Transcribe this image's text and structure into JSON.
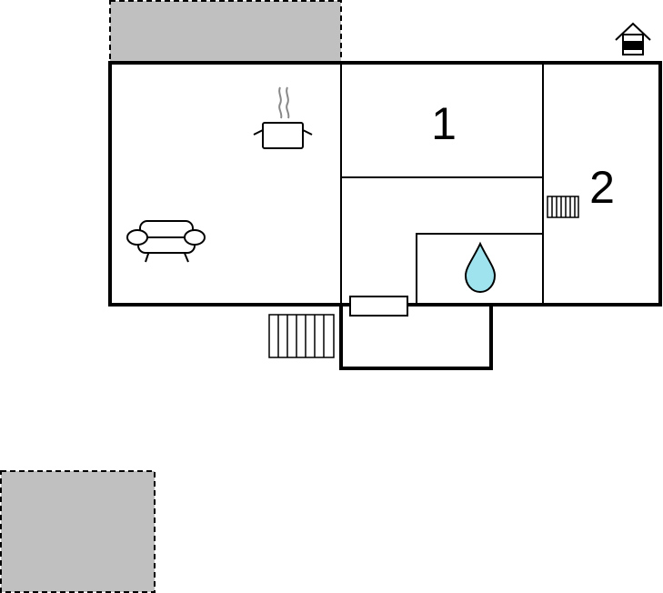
{
  "floorplan": {
    "rooms": [
      {
        "id": "bedroom-1",
        "label": "1"
      },
      {
        "id": "bedroom-2",
        "label": "2"
      }
    ],
    "icons": [
      "house-compass-icon",
      "cooking-pot-icon",
      "sofa-icon",
      "water-drop-icon",
      "radiator-icon",
      "stairs-icon"
    ],
    "colors": {
      "wall": "#000000",
      "terrace_fill": "#c0c0c0",
      "water": "#9ee3ee",
      "background": "#ffffff"
    }
  }
}
